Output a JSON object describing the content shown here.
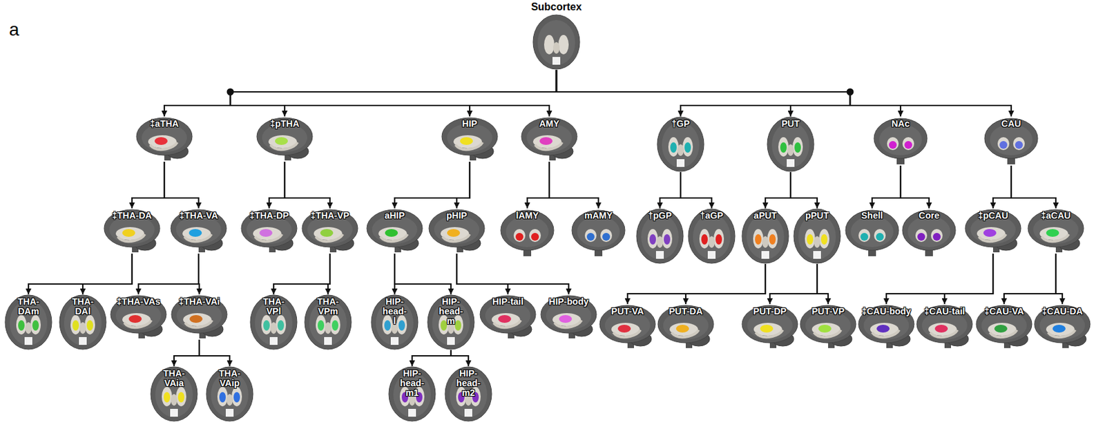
{
  "diagram": {
    "nodes": [
      {
        "text": [
          "Subcortex"
        ]
      },
      {
        "text": [
          "‡aTHA"
        ]
      },
      {
        "text": [
          "‡pTHA"
        ]
      },
      {
        "text": [
          "HIP"
        ]
      },
      {
        "text": [
          "AMY"
        ]
      },
      {
        "text": [
          "†GP"
        ]
      },
      {
        "text": [
          "PUT"
        ]
      },
      {
        "text": [
          "NAc"
        ]
      },
      {
        "text": [
          "CAU"
        ]
      },
      {
        "text": [
          "‡THA-DA"
        ]
      },
      {
        "text": [
          "‡THA-VA"
        ]
      },
      {
        "text": [
          "‡THA-DP"
        ]
      },
      {
        "text": [
          "‡THA-VP"
        ]
      },
      {
        "text": [
          "aHIP"
        ]
      },
      {
        "text": [
          "pHIP"
        ]
      },
      {
        "text": [
          "lAMY"
        ]
      },
      {
        "text": [
          "mAMY"
        ]
      },
      {
        "text": [
          "†pGP"
        ]
      },
      {
        "text": [
          "†aGP"
        ]
      },
      {
        "text": [
          "aPUT"
        ]
      },
      {
        "text": [
          "pPUT"
        ]
      },
      {
        "text": [
          "Shell"
        ]
      },
      {
        "text": [
          "Core"
        ]
      },
      {
        "text": [
          "‡pCAU"
        ]
      },
      {
        "text": [
          "‡aCAU"
        ]
      },
      {
        "text": [
          "THA- DAm"
        ]
      },
      {
        "text": [
          "THA- DAl"
        ]
      },
      {
        "text": [
          "‡THA-VAs"
        ]
      },
      {
        "text": [
          "‡THA-VAi"
        ]
      },
      {
        "text": [
          "THA- VPl"
        ]
      },
      {
        "text": [
          "THA- VPm"
        ]
      },
      {
        "text": [
          "HIP- head-l"
        ]
      },
      {
        "text": [
          "HIP- head-m"
        ]
      },
      {
        "text": [
          "HIP-tail"
        ]
      },
      {
        "text": [
          "HIP-body"
        ]
      },
      {
        "text": [
          "PUT-VA"
        ]
      },
      {
        "text": [
          "PUT-DA"
        ]
      },
      {
        "text": [
          "PUT-DP"
        ]
      },
      {
        "text": [
          "PUT-VP"
        ]
      },
      {
        "text": [
          "‡CAU-body"
        ]
      },
      {
        "text": [
          "‡CAU-tail"
        ]
      },
      {
        "text": [
          "‡CAU-VA"
        ]
      },
      {
        "text": [
          "‡CAU-DA"
        ]
      },
      {
        "text": [
          "THA- VAia"
        ]
      },
      {
        "text": [
          "THA- VAip"
        ]
      },
      {
        "text": [
          "HIP- head-m1"
        ]
      },
      {
        "text": [
          "HIP- head-m2"
        ]
      }
    ],
    "edges": [
      {
        "from": 0,
        "to": 1,
        "arrow": "to"
      },
      {
        "from": 0,
        "to": 2,
        "arrow": "to"
      },
      {
        "from": 0,
        "to": 3,
        "arrow": "to"
      },
      {
        "from": 0,
        "to": 4,
        "arrow": "to"
      },
      {
        "from": 0,
        "to": 5,
        "arrow": "to"
      },
      {
        "from": 0,
        "to": 6,
        "arrow": "to"
      },
      {
        "from": 0,
        "to": 7,
        "arrow": "to"
      },
      {
        "from": 0,
        "to": 8,
        "arrow": "to"
      },
      {
        "from": 1,
        "to": 9,
        "arrow": "to"
      },
      {
        "from": 1,
        "to": 10,
        "arrow": "to"
      },
      {
        "from": 2,
        "to": 11,
        "arrow": "to"
      },
      {
        "from": 2,
        "to": 12,
        "arrow": "to"
      },
      {
        "from": 3,
        "to": 13,
        "arrow": "to"
      },
      {
        "from": 3,
        "to": 14,
        "arrow": "to"
      },
      {
        "from": 4,
        "to": 15,
        "arrow": "to"
      },
      {
        "from": 4,
        "to": 16,
        "arrow": "to"
      },
      {
        "from": 5,
        "to": 17,
        "arrow": "to"
      },
      {
        "from": 5,
        "to": 18,
        "arrow": "to"
      },
      {
        "from": 6,
        "to": 19,
        "arrow": "to"
      },
      {
        "from": 6,
        "to": 20,
        "arrow": "to"
      },
      {
        "from": 7,
        "to": 21,
        "arrow": "to"
      },
      {
        "from": 7,
        "to": 22,
        "arrow": "to"
      },
      {
        "from": 8,
        "to": 23,
        "arrow": "to"
      },
      {
        "from": 8,
        "to": 24,
        "arrow": "to"
      },
      {
        "from": 9,
        "to": 25,
        "arrow": "to"
      },
      {
        "from": 9,
        "to": 26,
        "arrow": "to"
      },
      {
        "from": 10,
        "to": 27,
        "arrow": "to"
      },
      {
        "from": 10,
        "to": 28,
        "arrow": "to"
      },
      {
        "from": 12,
        "to": 29,
        "arrow": "to"
      },
      {
        "from": 12,
        "to": 30,
        "arrow": "to"
      },
      {
        "from": 13,
        "to": 31,
        "arrow": "to"
      },
      {
        "from": 13,
        "to": 32,
        "arrow": "to"
      },
      {
        "from": 14,
        "to": 33,
        "arrow": "to"
      },
      {
        "from": 14,
        "to": 34,
        "arrow": "to"
      },
      {
        "from": 19,
        "to": 35,
        "arrow": "to"
      },
      {
        "from": 19,
        "to": 36,
        "arrow": "to"
      },
      {
        "from": 20,
        "to": 37,
        "arrow": "to"
      },
      {
        "from": 20,
        "to": 38,
        "arrow": "to"
      },
      {
        "from": 23,
        "to": 39,
        "arrow": "to"
      },
      {
        "from": 23,
        "to": 40,
        "arrow": "to"
      },
      {
        "from": 24,
        "to": 41,
        "arrow": "to"
      },
      {
        "from": 24,
        "to": 42,
        "arrow": "to"
      },
      {
        "from": 28,
        "to": 43,
        "arrow": "to"
      },
      {
        "from": 28,
        "to": 44,
        "arrow": "to"
      },
      {
        "from": 32,
        "to": 45,
        "arrow": "to"
      },
      {
        "from": 32,
        "to": 46,
        "arrow": "to"
      }
    ],
    "labels": [
      "a"
    ]
  }
}
